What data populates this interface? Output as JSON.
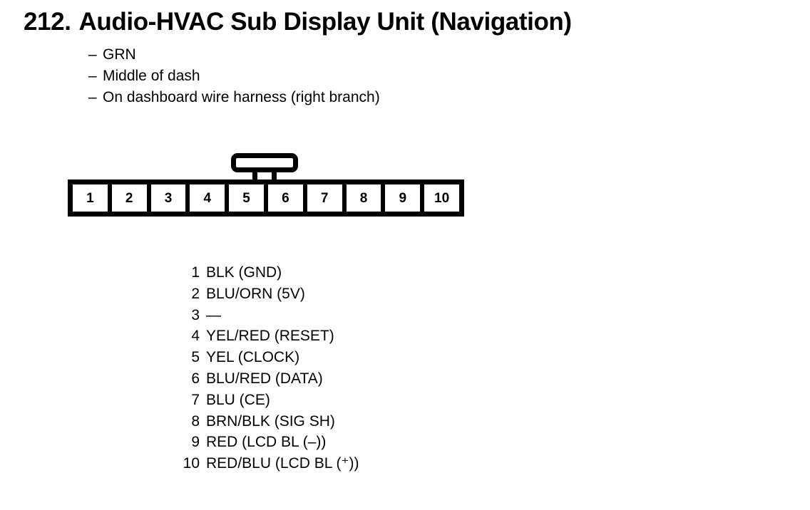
{
  "title": {
    "number": "212.",
    "text": "Audio-HVAC Sub Display Unit (Navigation)"
  },
  "notes": {
    "dash": "–",
    "lines": [
      "GRN",
      "Middle of dash",
      "On dashboard wire harness (right branch)"
    ]
  },
  "connector": {
    "pin_count": 10,
    "cells": [
      "1",
      "2",
      "3",
      "4",
      "5",
      "6",
      "7",
      "8",
      "9",
      "10"
    ],
    "latch_between_pins": "5-6"
  },
  "pin_list": [
    {
      "no": "1",
      "label": "BLK (GND)"
    },
    {
      "no": "2",
      "label": "BLU/ORN (5V)"
    },
    {
      "no": "3",
      "label": "—"
    },
    {
      "no": "4",
      "label": "YEL/RED (RESET)"
    },
    {
      "no": "5",
      "label": "YEL (CLOCK)"
    },
    {
      "no": "6",
      "label": "BLU/RED (DATA)"
    },
    {
      "no": "7",
      "label": "BLU (CE)"
    },
    {
      "no": "8",
      "label": "BRN/BLK (SIG SH)"
    },
    {
      "no": "9",
      "label": "RED (LCD BL (–))"
    },
    {
      "no": "10",
      "label": "RED/BLU (LCD BL (⁺))"
    }
  ],
  "colors": {
    "ink": "#000000",
    "background": "#ffffff"
  }
}
